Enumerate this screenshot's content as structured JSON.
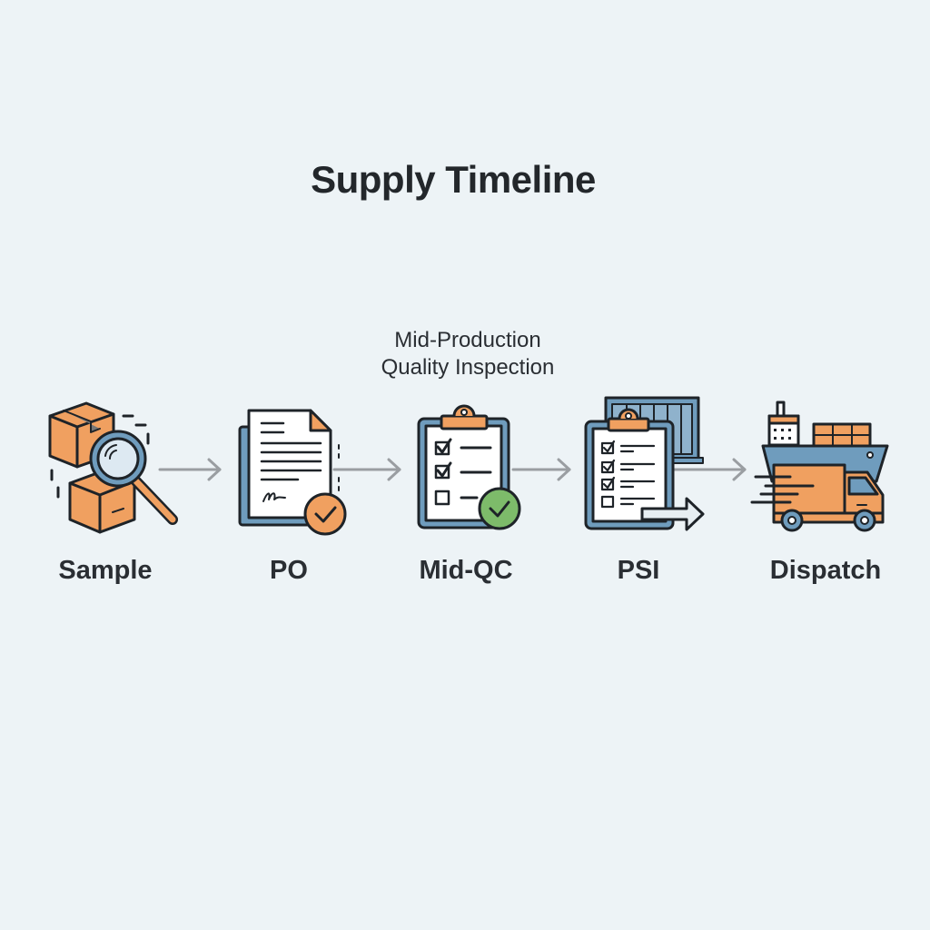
{
  "title": "Supply Timeline",
  "annotation": {
    "line1": "Mid-Production",
    "line2": "Quality Inspection"
  },
  "steps": [
    {
      "label": "Sample",
      "icon": "boxes-magnifier-icon"
    },
    {
      "label": "PO",
      "icon": "signed-document-icon"
    },
    {
      "label": "Mid-QC",
      "icon": "clipboard-check-icon"
    },
    {
      "label": "PSI",
      "icon": "clipboard-container-icon"
    },
    {
      "label": "Dispatch",
      "icon": "ship-truck-icon"
    }
  ],
  "colors": {
    "background": "#edf3f6",
    "orange": "#f0a060",
    "blue": "#6f9cbd",
    "green": "#7dbb6a",
    "outline": "#1e2328",
    "arrow": "#9a9ea2"
  }
}
